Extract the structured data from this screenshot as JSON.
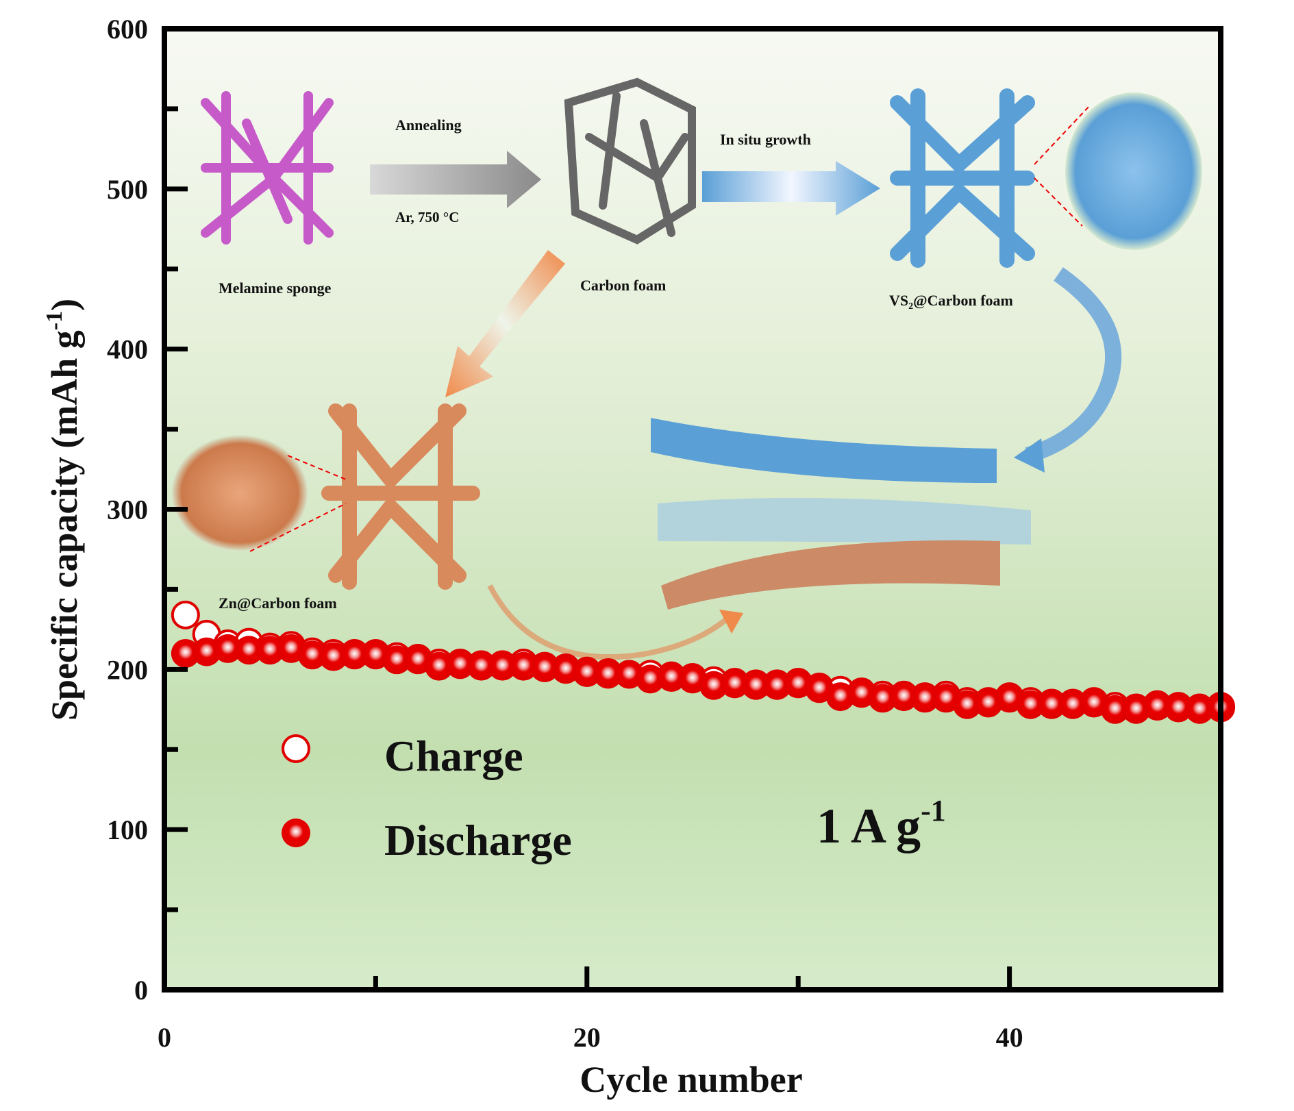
{
  "chart_data": {
    "type": "scatter",
    "title": "",
    "xlabel": "Cycle number",
    "ylabel": "Specific capacity (mAh g-1)",
    "ylabel_main": "Specific capacity",
    "ylabel_unit": "(mAh g",
    "ylabel_sup": "-1",
    "ylabel_close": ")",
    "xlim": [
      0,
      50
    ],
    "ylim": [
      0,
      600
    ],
    "xticks": [
      "0",
      "20",
      "40"
    ],
    "yticks": [
      "0",
      "100",
      "200",
      "300",
      "400",
      "500",
      "600"
    ],
    "legend_position": "bottom-left",
    "annotation": {
      "main": "1 A g",
      "sup": "-1"
    },
    "series": [
      {
        "name": "Charge",
        "marker": "open-circle",
        "color": "#e00000",
        "x": [
          1,
          2,
          3,
          4,
          5,
          6,
          7,
          8,
          9,
          10,
          11,
          12,
          13,
          14,
          15,
          16,
          17,
          18,
          19,
          20,
          21,
          22,
          23,
          24,
          25,
          26,
          27,
          28,
          29,
          30,
          31,
          32,
          33,
          34,
          35,
          36,
          37,
          38,
          39,
          40,
          41,
          42,
          43,
          44,
          45,
          46,
          47,
          48,
          49,
          50
        ],
        "values": [
          234,
          222,
          216,
          217,
          214,
          215,
          211,
          210,
          210,
          210,
          208,
          207,
          204,
          204,
          203,
          203,
          204,
          202,
          201,
          199,
          198,
          197,
          197,
          196,
          195,
          193,
          192,
          191,
          191,
          192,
          189,
          187,
          186,
          184,
          184,
          183,
          184,
          180,
          180,
          183,
          180,
          179,
          179,
          180,
          177,
          176,
          178,
          177,
          176,
          177
        ]
      },
      {
        "name": "Discharge",
        "marker": "filled-sphere",
        "color": "#e00000",
        "x": [
          1,
          2,
          3,
          4,
          5,
          6,
          7,
          8,
          9,
          10,
          11,
          12,
          13,
          14,
          15,
          16,
          17,
          18,
          19,
          20,
          21,
          22,
          23,
          24,
          25,
          26,
          27,
          28,
          29,
          30,
          31,
          32,
          33,
          34,
          35,
          36,
          37,
          38,
          39,
          40,
          41,
          42,
          43,
          44,
          45,
          46,
          47,
          48,
          49,
          50
        ],
        "values": [
          210,
          211,
          213,
          212,
          212,
          213,
          209,
          208,
          209,
          209,
          206,
          206,
          202,
          203,
          202,
          202,
          202,
          201,
          200,
          198,
          197,
          197,
          194,
          195,
          194,
          190,
          191,
          190,
          190,
          191,
          188,
          183,
          185,
          182,
          183,
          182,
          182,
          178,
          179,
          182,
          178,
          178,
          178,
          179,
          175,
          175,
          177,
          176,
          175,
          176
        ]
      }
    ]
  },
  "schematic": {
    "melamine_sponge": "Melamine sponge",
    "annealing": "Annealing",
    "conditions": "Ar, 750 °C",
    "carbon_foam": "Carbon foam",
    "in_situ_growth": "In situ growth",
    "vs2_main": "VS",
    "vs2_sub": "2",
    "vs2_rest": "@Carbon foam",
    "zn_carbon_foam": "Zn@Carbon foam"
  },
  "colors": {
    "marker": "#e00000",
    "bg_top": "#f6f9f1",
    "bg_bottom": "#bcdcaa",
    "sponge": "#c65ac9",
    "carbon": "#666666",
    "vs2": "#5a9fd6",
    "zn": "#d98a5c"
  }
}
